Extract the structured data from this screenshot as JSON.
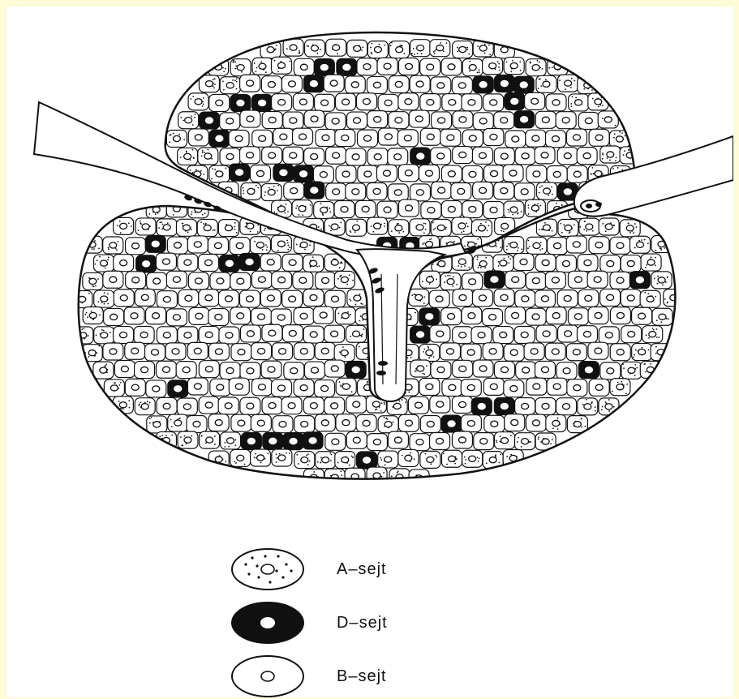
{
  "figure": {
    "title": "",
    "colors": {
      "page_border": "#fffbd6",
      "background": "#ffffff",
      "ink": "#111111",
      "d_cell_fill": "#111111",
      "cell_fill": "#ffffff"
    }
  },
  "legend": [
    {
      "key": "a_cell",
      "label": "A–sejt",
      "symbol": "dotted-oval-cell-icon"
    },
    {
      "key": "d_cell",
      "label": "D–sejt",
      "symbol": "black-oval-cell-icon"
    },
    {
      "key": "b_cell",
      "label": "B–sejt",
      "symbol": "plain-oval-cell-icon"
    }
  ]
}
